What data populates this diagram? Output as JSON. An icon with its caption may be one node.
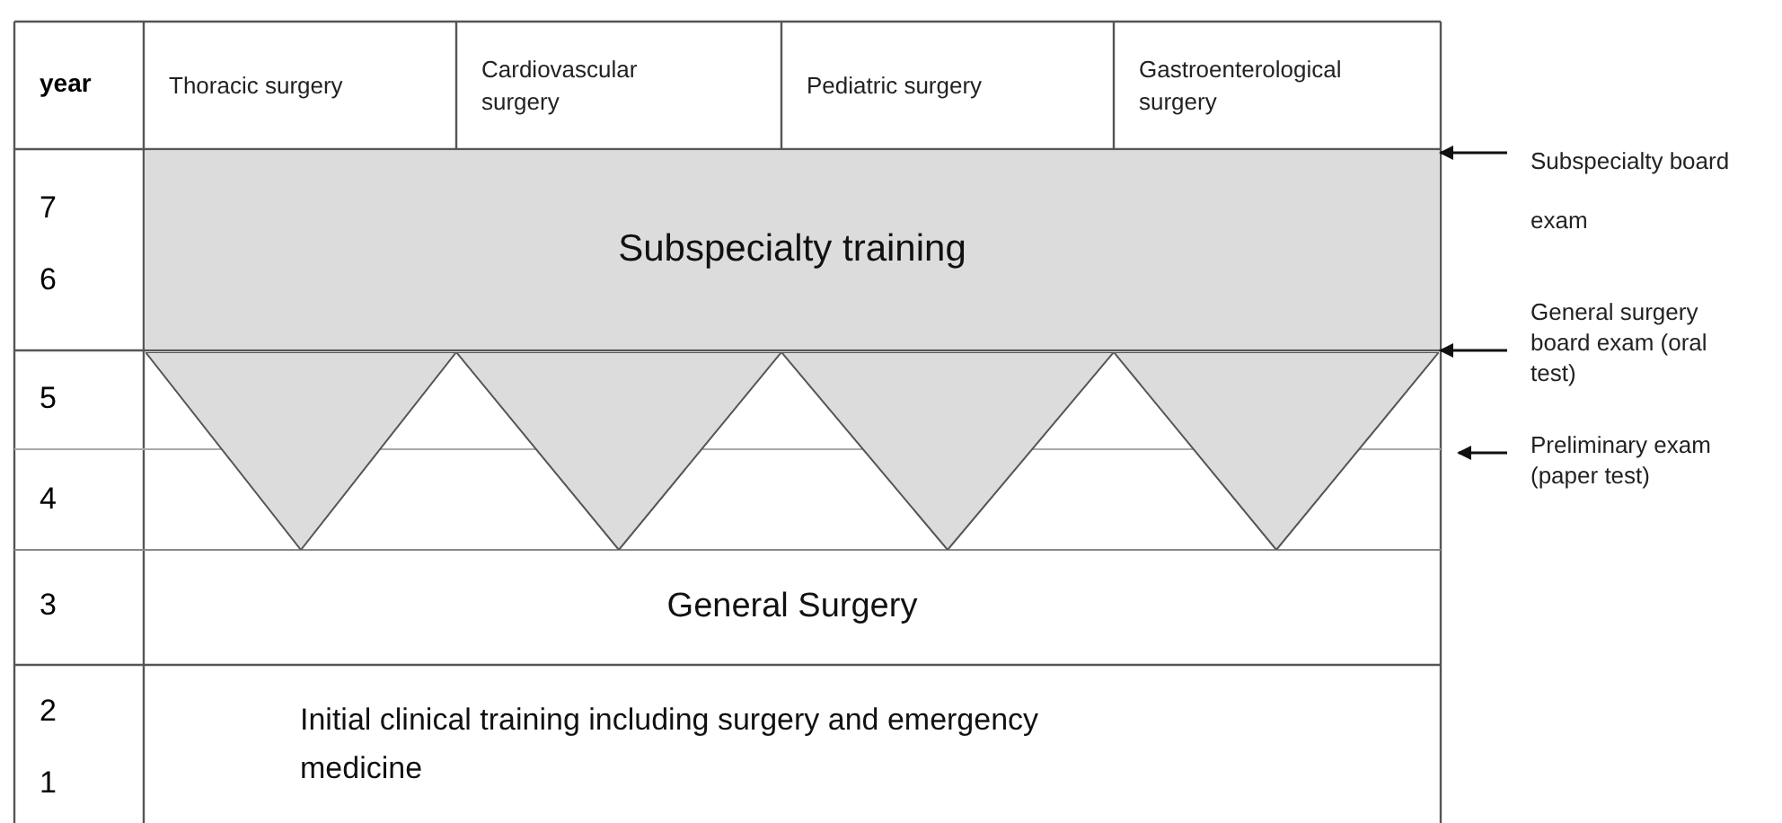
{
  "diagram": {
    "nodes": [
      {
        "text": [
          "Thoracic surgery"
        ]
      },
      {
        "text": [
          "Cardiovascular surgery"
        ]
      },
      {
        "text": [
          "Pediatric surgery"
        ]
      },
      {
        "text": [
          "Gastroenterological surgery"
        ]
      },
      {
        "text": [
          "Subspecialty training"
        ]
      },
      {
        "text": [],
        "shape": "triangle"
      },
      {
        "text": [],
        "shape": "triangle"
      },
      {
        "text": [],
        "shape": "triangle"
      },
      {
        "text": [],
        "shape": "triangle"
      },
      {
        "text": [
          "General Surgery"
        ]
      },
      {
        "text": [
          "Initial clinical training including surgery and emergency medicine"
        ]
      },
      {
        "text": [
          "Subspecialty board exam"
        ]
      },
      {
        "text": [
          "General surgery board exam (oral test)"
        ]
      },
      {
        "text": [
          "Preliminary exam (paper test)"
        ]
      }
    ],
    "edges": [
      {
        "from": 11,
        "to": 4,
        "arrow": "to"
      },
      {
        "from": 12,
        "to": 8,
        "arrow": "to"
      },
      {
        "from": 13,
        "to": null,
        "arrow": "to"
      }
    ],
    "labels": [
      "year",
      "7",
      "6",
      "5",
      "4",
      "3",
      "2",
      "1"
    ]
  }
}
